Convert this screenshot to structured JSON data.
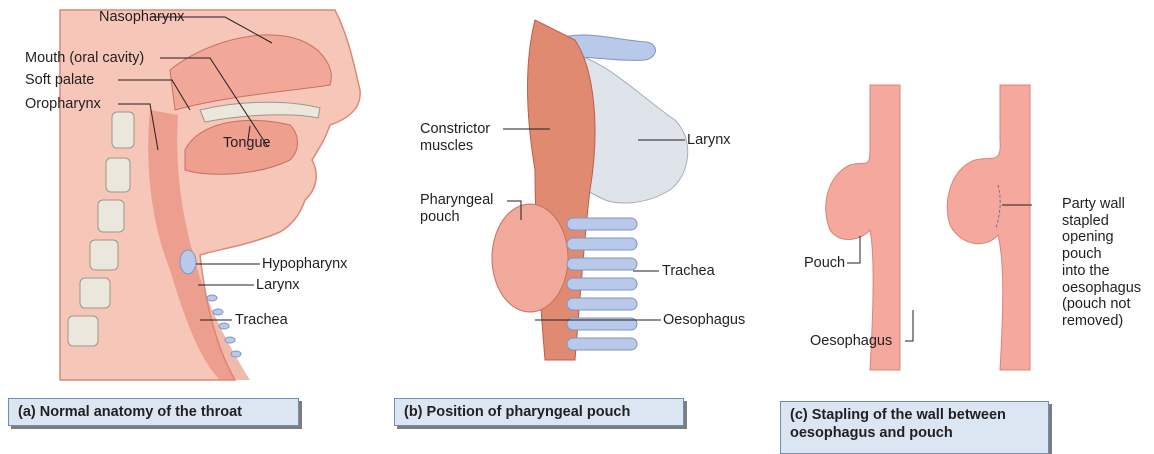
{
  "panel_a": {
    "labels": {
      "nasopharynx": "Nasopharynx",
      "mouth": "Mouth (oral cavity)",
      "soft_palate": "Soft palate",
      "oropharynx": "Oropharynx",
      "tongue": "Tongue",
      "hypopharynx": "Hypopharynx",
      "larynx": "Larynx",
      "trachea": "Trachea"
    },
    "caption": "(a)  Normal anatomy of the throat"
  },
  "panel_b": {
    "labels": {
      "constrictor": "Constrictor\nmuscles",
      "larynx": "Larynx",
      "pouch": "Pharyngeal\npouch",
      "trachea": "Trachea",
      "oesophagus": "Oesophagus"
    },
    "caption": "(b)  Position of pharyngeal pouch"
  },
  "panel_c": {
    "labels": {
      "pouch": "Pouch",
      "oesophagus": "Oesophagus",
      "party_wall": "Party wall\nstapled\nopening\npouch\ninto the\noesophagus\n(pouch not\nremoved)"
    },
    "caption": "(c)  Stapling of the wall between\n      oesophagus and pouch"
  },
  "colors": {
    "flesh": "#f4b6a6",
    "flesh_dark": "#e8907c",
    "muscle": "#e08a72",
    "cartilage": "#b9c9ea",
    "bone": "#e8e4dc",
    "caption_bg": "#dbe6f2",
    "caption_border": "#6f8fb6"
  }
}
